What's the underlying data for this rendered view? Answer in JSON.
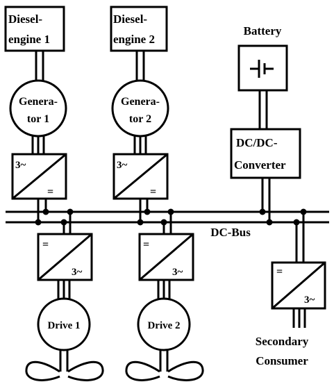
{
  "engines": [
    {
      "line1": "Diesel-",
      "line2": "engine 1"
    },
    {
      "line1": "Diesel-",
      "line2": "engine 2"
    }
  ],
  "generators": [
    {
      "line1": "Genera-",
      "line2": "tor 1"
    },
    {
      "line1": "Genera-",
      "line2": "tor 2"
    }
  ],
  "battery": {
    "label": "Battery"
  },
  "dcdc": {
    "line1": "DC/DC-",
    "line2": "Converter"
  },
  "rectifier_labels": {
    "ac": "3~",
    "dc": "="
  },
  "bus": {
    "label": "DC-Bus"
  },
  "drives": [
    {
      "label": "Drive 1"
    },
    {
      "label": "Drive 2"
    }
  ],
  "secondary": {
    "line1": "Secondary",
    "line2": "Consumer"
  }
}
